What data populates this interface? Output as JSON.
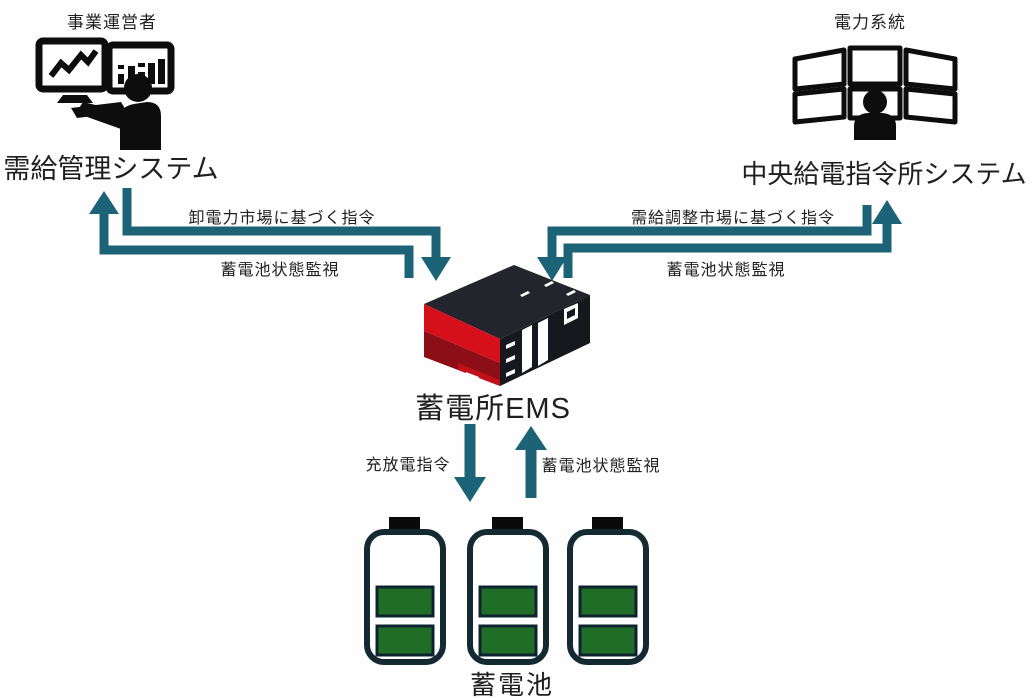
{
  "diagram": {
    "operator": {
      "title": "事業運営者",
      "system_label": "需給管理システム",
      "icon": "person-dual-monitors-icon"
    },
    "grid": {
      "title": "電力系統",
      "system_label": "中央給電指令所システム",
      "icon": "person-six-monitors-icon"
    },
    "ems": {
      "label": "蓄電所EMS",
      "icon": "isometric-plc-server-icon"
    },
    "batteries": {
      "label": "蓄電池",
      "count": 3,
      "icon": "battery-icon"
    },
    "flows": {
      "wholesale_command": "卸電力市場に基づく指令",
      "left_monitoring": "蓄電池状態監視",
      "balancing_command": "需給調整市場に基づく指令",
      "right_monitoring": "蓄電池状態監視",
      "charge_discharge_command": "充放電指令",
      "bottom_monitoring": "蓄電池状態監視"
    },
    "colors": {
      "arrow": "#1c6377",
      "icon_black": "#0d0d0d",
      "ems_red": "#d5101b",
      "ems_red_dark": "#8c0e16",
      "ems_body": "#24242c",
      "ems_side": "#17171e",
      "battery_green": "#1f6d26",
      "battery_outline": "#142a32",
      "text": "#1f1f1f"
    }
  }
}
